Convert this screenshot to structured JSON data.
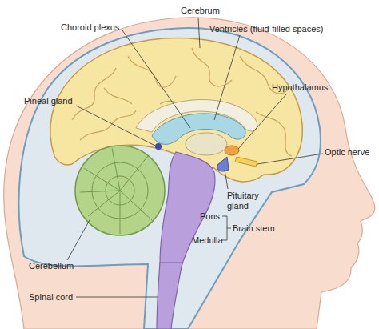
{
  "diagram": {
    "labels": [
      "Cerebrum",
      "Choroid plexus",
      "Ventricles (fluid-filled spaces)",
      "Pineal gland",
      "Hypothalamus",
      "Optic nerve",
      "Pituitary gland",
      "Pons",
      "Brain stem",
      "Medulla",
      "Cerebellum",
      "Spinal cord"
    ]
  }
}
